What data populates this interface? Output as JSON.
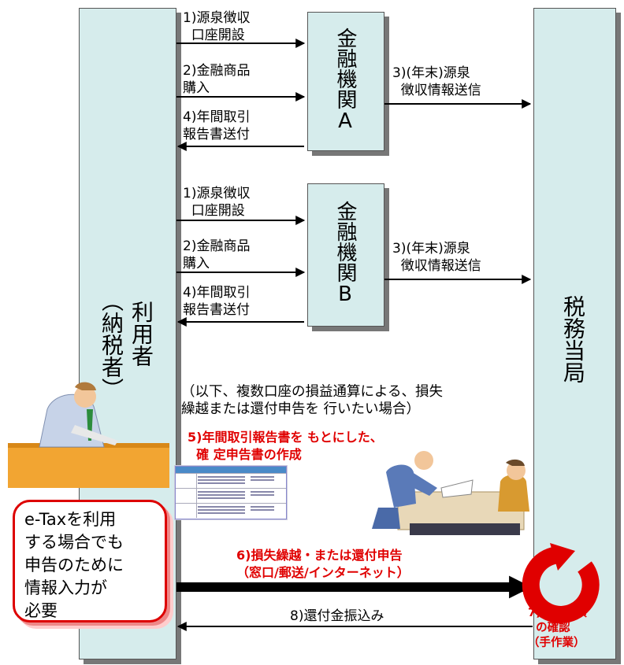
{
  "taxpayer": {
    "label": "利用者",
    "sub": "（納税者）"
  },
  "tax_office": {
    "label": "税務当局"
  },
  "bank_a": {
    "label": "金融機関A"
  },
  "bank_b": {
    "label": "金融機関B"
  },
  "flows": {
    "step1": "1)源泉徴収\n  口座開設",
    "step2": "2)金融商品\n購入",
    "step3": "3)(年末)源泉\n  徴収情報送信",
    "step4": "4)年間取引\n報告書送付"
  },
  "note": "（以下、複数口座の損益通算による、損失\n繰越または還付申告を 行いたい場合）",
  "step5": "5)年間取引報告書を もとにした、\n  確 定申告書の作成",
  "step6": "6)損失繰越・または還付申告\n（窓口/郵送/インターネット）",
  "step7": "7)提出書類\n  の確認\n（手作業）",
  "step8": "8)還付金振込み",
  "callout": "e-Taxを利用\nする場合でも\n申告のために\n情報入力が\n必要",
  "colors": {
    "box_fill": "#d6ecec",
    "accent_red": "#e00000",
    "arrow": "#000000"
  }
}
